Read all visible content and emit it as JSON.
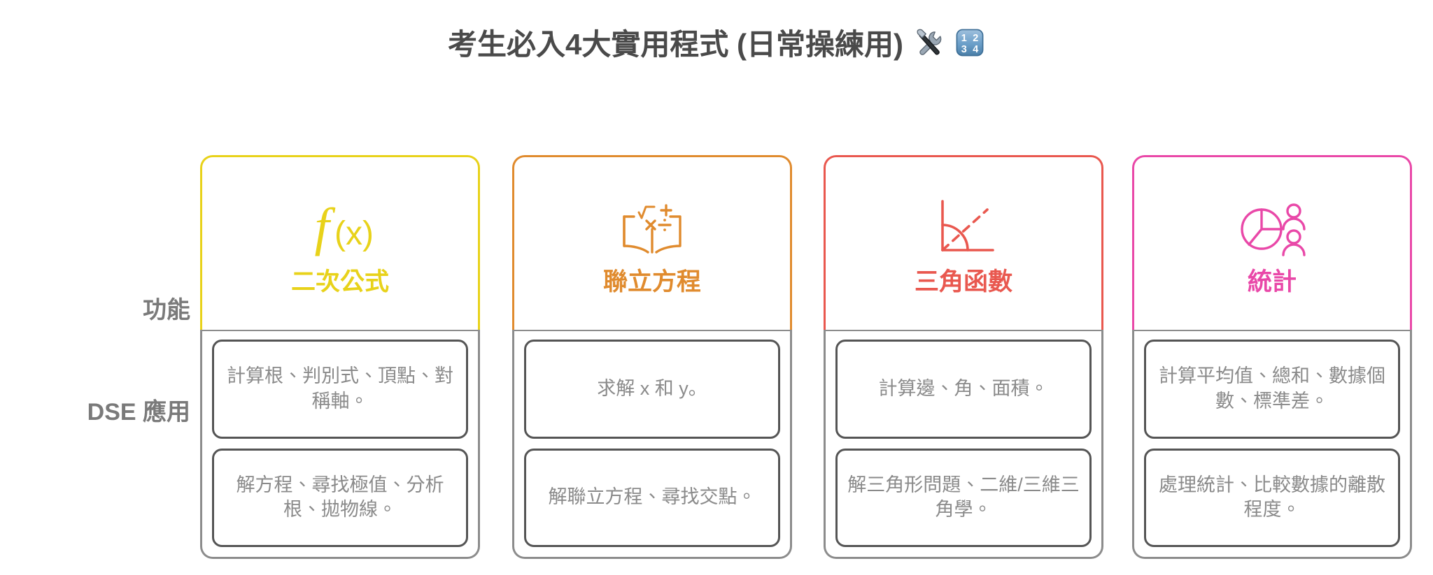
{
  "header": {
    "title": "考生必入4大實用程式 (日常操練用)",
    "emoji": [
      {
        "name": "hammer-and-wrench-emoji",
        "char": "🛠️"
      },
      {
        "name": "input-numbers-emoji",
        "char": "🔢"
      }
    ]
  },
  "row_labels": [
    {
      "key": "function",
      "label": "功能"
    },
    {
      "key": "dse_use",
      "label": "DSE 應用"
    }
  ],
  "colors": {
    "title_text": "#4a4a4a",
    "row_label_text": "#7a7a7a",
    "cell_border": "#555555",
    "cell_text": "#8a8a8a",
    "card_body_border": "#8c8c8c",
    "accent_yellow": "#E8D21A",
    "accent_orange": "#E08B2E",
    "accent_red": "#E9584F",
    "accent_pink": "#E948A8"
  },
  "cards": [
    {
      "id": "quadratic",
      "title": "二次公式",
      "accent": "#E8D21A",
      "icon_name": "fx-function-icon",
      "function": "計算根、判別式、頂點、對稱軸。",
      "dse_use": "解方程、尋找極值、分析根、拋物線。"
    },
    {
      "id": "simultaneous-equations",
      "title": "聯立方程",
      "accent": "#E08B2E",
      "icon_name": "open-book-math-symbols-icon",
      "function": "求解 x 和 y。",
      "dse_use": "解聯立方程、尋找交點。"
    },
    {
      "id": "trigonometry",
      "title": "三角函數",
      "accent": "#E9584F",
      "icon_name": "angle-measure-icon",
      "function": "計算邊、角、面積。",
      "dse_use": "解三角形問題、二維/三維三角學。"
    },
    {
      "id": "statistics",
      "title": "統計",
      "accent": "#E948A8",
      "icon_name": "pie-chart-people-icon",
      "function": "計算平均值、總和、數據個數、標準差。",
      "dse_use": "處理統計、比較數據的離散程度。"
    }
  ]
}
